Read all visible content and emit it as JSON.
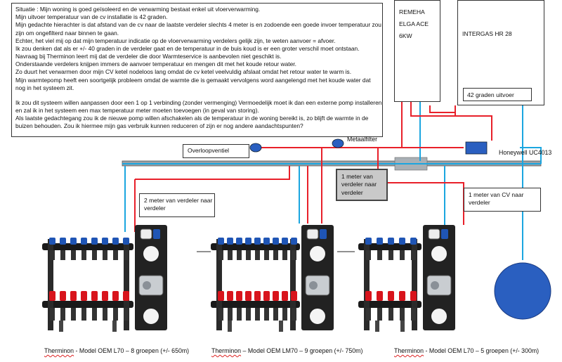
{
  "situation": {
    "lines": [
      "Situatie : Mijn woning is goed geïsoleerd en de verwarming bestaat enkel uit vloerverwarming.",
      "Mijn uitvoer temperatuur van de cv installatie is 42 graden.",
      "Mijn gedachte hierachter is dat afstand van de cv naar de laatste verdeler slechts 4 meter is en zodoende een goede invoer temperatuur zou",
      "zijn om ongefilterd naar binnen te gaan.",
      "Echter, het viel mij op dat mijn temperatuur indicatie op de vloerverwarming verdelers gelijk zijn, te weten aanvoer = afvoer.",
      "Ik zou denken dat als er +/- 40 graden in de verdeler gaat en de temperatuur in de buis koud is er een groter verschil moet ontstaan.",
      "Navraag bij Therminon leert mij dat de verdeler die door Warmteservice is aanbevolen niet geschikt is.",
      "Onderstaande verdelers knijpen immers de aanvoer temperatuur en mengen dit met het koude retour water.",
      "Zo duurt het verwarmen door mijn CV ketel nodeloos lang omdat de cv ketel veelvuldig afslaat omdat het retour water te warm is.",
      "Mijn warmtepomp heeft een soortgelijk probleem omdat de warmte die is gemaakt vervolgens word aangelengd met het koude water dat",
      "nog in het systeem zit.",
      "",
      "Ik zou dit systeem willen aanpassen door een 1 op 1 verbinding (zonder vermenging) Vermoedelijk moet ik dan een externe pomp installeren",
      "en zal ik in het systeem een max temperatuur meter moeten toevoegen (in geval van storing).",
      "Als laatste gedachtegang zou ik de nieuwe pomp willen afschakelen als de temperatuur in de woning bereikt is, zo blijft de warmte in de",
      "buizen behouden. Zou ik hiermee mijn gas verbruik kunnen reduceren of zijn er nog andere aandachtspunten?"
    ]
  },
  "boiler_remeha": {
    "line1": "REMEHA",
    "line2": "ELGA ACE",
    "line3": "6KW"
  },
  "boiler_intergas": {
    "name": "INTERGAS HR 28"
  },
  "labels": {
    "outlet_temp": "42 graden uitvoer",
    "metal_filter": "Metaalfilter",
    "overflow_valve": "Overloopventiel",
    "honeywell": "Honeywell UC4013",
    "dist_1m": "1 meter van\nverdeler naar\nverdeler",
    "dist_cv": "1 meter van CV naar\nverdeler",
    "dist_2m": "2 meter van verdeler naar\nverdeler"
  },
  "manifolds": [
    {
      "brand": "Therminon",
      "rest": " - Model OEM L70 – 8 groepen (+/- 650m)",
      "groups": 8
    },
    {
      "brand": "Therminon",
      "rest": " – Model OEM LM70 – 9 groepen (+/- 750m)",
      "groups": 9
    },
    {
      "brand": "Therminon",
      "rest": " - Model OEM L70 – 5 groepen (+/- 300m)",
      "groups": 5
    }
  ],
  "colors": {
    "hot": "#e8202a",
    "cold": "#1ba6e0",
    "vessel": "#2a5fc0",
    "manifold": "#1a1a1a",
    "cap_red": "#d8141c",
    "cap_blue": "#1f55b5"
  }
}
